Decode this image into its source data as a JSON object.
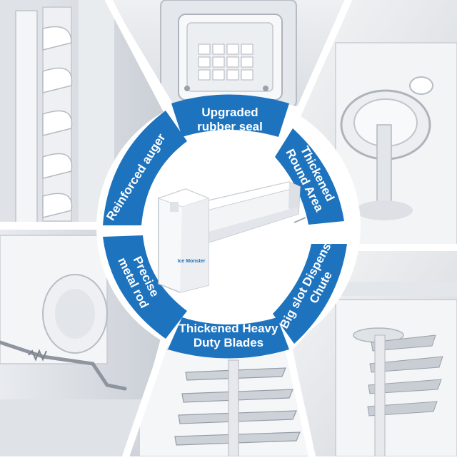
{
  "badges": {
    "top": [
      "Upgraded",
      "rubber seal"
    ],
    "upper_right": [
      "Thickened",
      "Round Area"
    ],
    "lower_right": [
      "Big slot Dispenser",
      "Chute"
    ],
    "bottom": [
      "Thickened Heavy",
      "Duty Blades"
    ],
    "lower_left": [
      "Precise",
      "metal rod"
    ],
    "upper_left": [
      "Reinforced auger"
    ]
  },
  "product_label": "Ice Monster",
  "colors": {
    "accent": "#1e73be",
    "badge_text": "#ffffff",
    "background": "#ffffff",
    "part_white": "#f3f4f6",
    "part_shadow": "#d7dbe0"
  }
}
